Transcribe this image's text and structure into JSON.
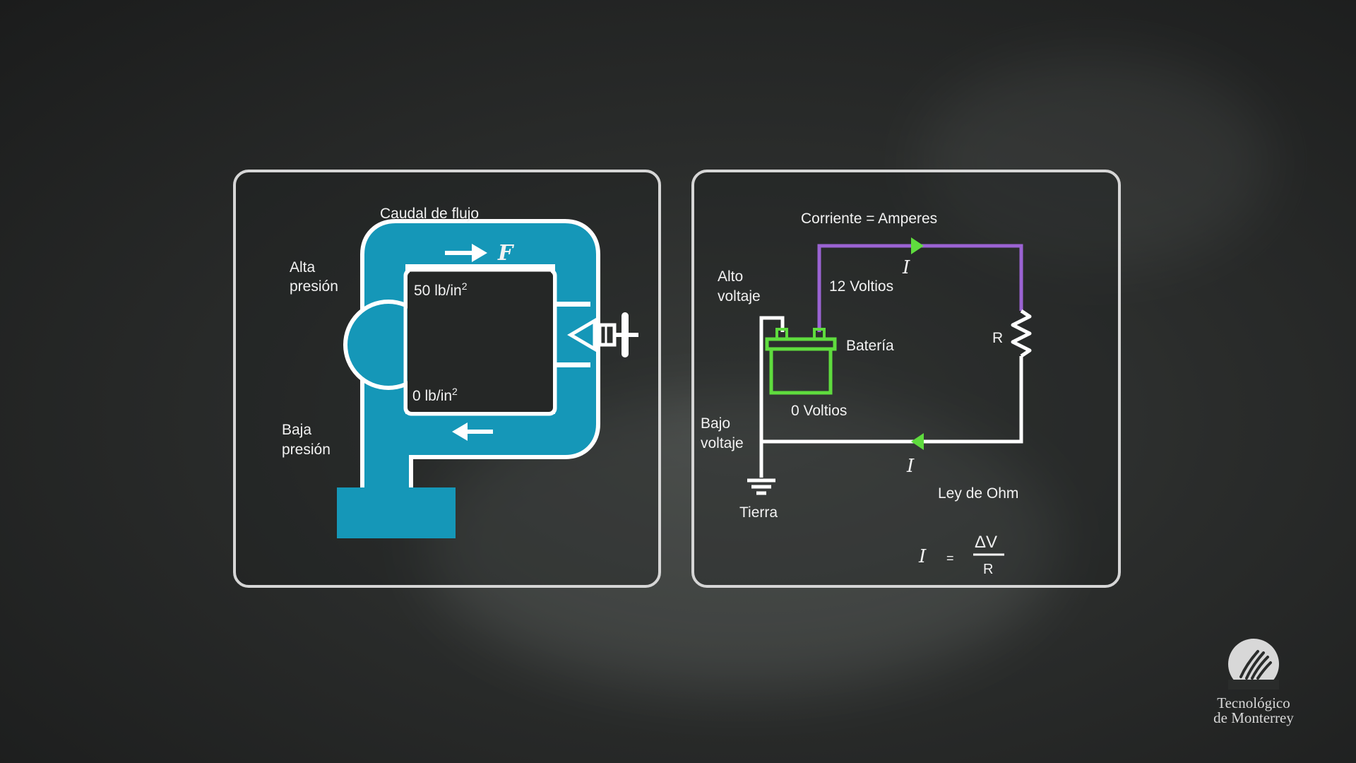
{
  "flow_panel": {
    "title": "Caudal de flujo",
    "high_pressure": [
      "Alta",
      "presión"
    ],
    "low_pressure": [
      "Baja",
      "presión"
    ],
    "pressure_top": "50 lb/in",
    "pressure_top_exp": "2",
    "pressure_bottom": "0 lb/in",
    "pressure_bottom_exp": "2",
    "flow_symbol": "F",
    "pipe_color": "#1597b8"
  },
  "circuit_panel": {
    "title": "Corriente = Amperes",
    "high_voltage": [
      "Alto",
      "voltaje"
    ],
    "low_voltage": [
      "Bajo",
      "voltaje"
    ],
    "voltage_top": "12 Voltios",
    "voltage_bottom": "0 Voltios",
    "battery_label": "Batería",
    "resistor_label": "R",
    "ground_label": "Tierra",
    "current_symbol": "I",
    "law_title": "Ley de Ohm",
    "formula_left": "I",
    "formula_equals": "=",
    "formula_numerator": "ΔV",
    "formula_denominator": "R",
    "wire_high_color": "#9b63d3",
    "battery_color": "#5fdc3e",
    "arrow_color": "#5fdc3e"
  },
  "logo": {
    "line1": "Tecnológico",
    "line2": "de Monterrey"
  }
}
